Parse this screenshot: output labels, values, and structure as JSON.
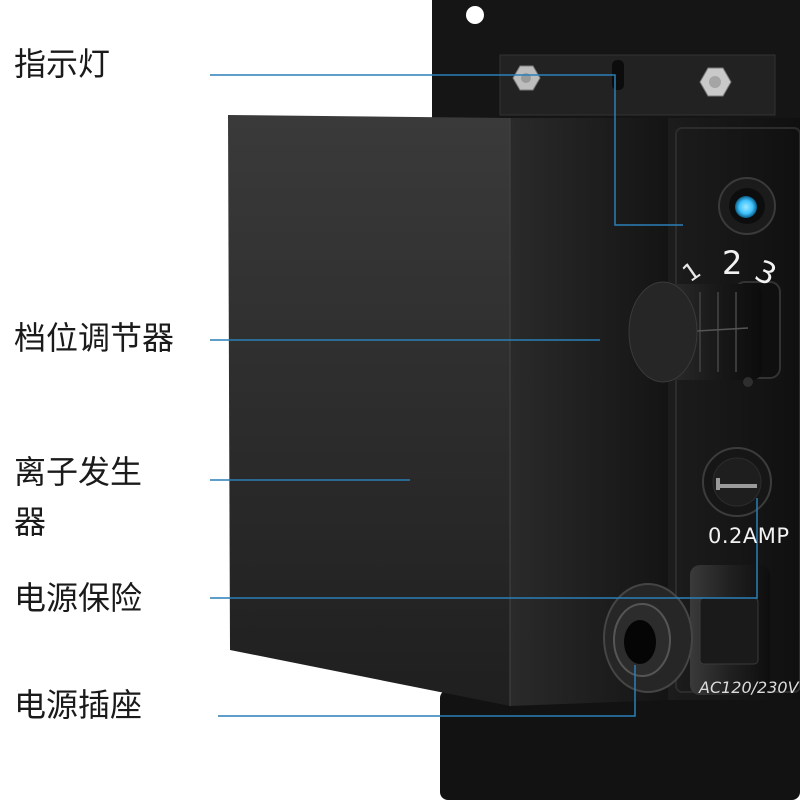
{
  "labels": {
    "indicator": "指示灯",
    "gear_adjuster": "档位调节器",
    "ion_generator_line1": "离子发生",
    "ion_generator_line2": "器",
    "power_fuse": "电源保险",
    "power_socket": "电源插座"
  },
  "device": {
    "dial_mark_1": "1",
    "dial_mark_2": "2",
    "dial_mark_3": "3",
    "fuse_rating": "0.2AMP",
    "voltage": "AC120/230V"
  },
  "colors": {
    "leader_line": "#2a7fb8",
    "indicator_light": "#3fc3ff"
  }
}
